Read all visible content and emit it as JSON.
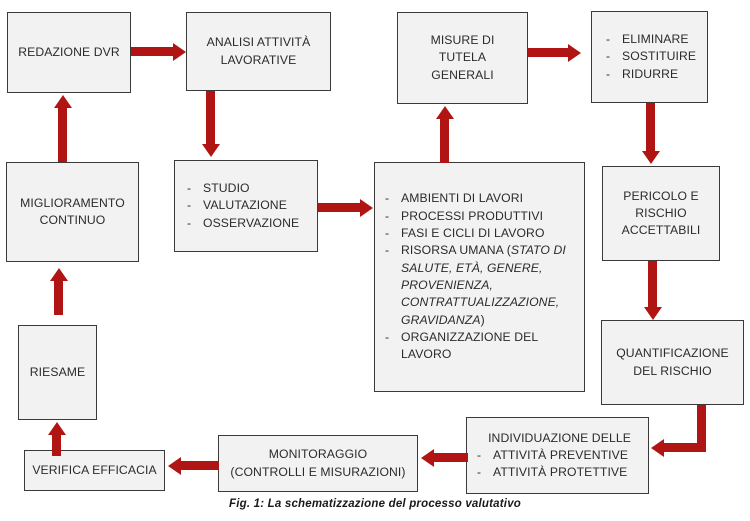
{
  "figure": {
    "caption": "Fig. 1: La schematizzazione del processo valutativo",
    "accent_color": "#b01513",
    "node_fill": "#f2f2f2",
    "node_border": "#3a3a3a",
    "text_color": "#2b2b2b"
  },
  "nodes": {
    "redazione_dvr": {
      "line1": "REDAZIONE DVR"
    },
    "analisi_attivita": {
      "line1": "ANALISI ATTIVITÀ",
      "line2": "LAVORATIVE"
    },
    "misure_tutela": {
      "line1": "MISURE DI",
      "line2": "TUTELA",
      "line3": "GENERALI"
    },
    "eliminare": {
      "item1": "ELIMINARE",
      "item2": "SOSTITUIRE",
      "item3": "RIDURRE",
      "bullet": "-"
    },
    "miglioramento": {
      "line1": "MIGLIORAMENTO",
      "line2": "CONTINUO"
    },
    "studio": {
      "item1": "STUDIO",
      "item2": "VALUTAZIONE",
      "item3": "OSSERVAZIONE",
      "bullet": "-"
    },
    "ambienti": {
      "bullet": "-",
      "item1": "AMBIENTI DI LAVORI",
      "item2": "PROCESSI PRODUTTIVI",
      "item3": "FASI E CICLI DI LAVORO",
      "item4_pre": "RISORSA UMANA (",
      "item4_italic": "STATO DI SALUTE, ETÀ, GENERE, PROVENIENZA, CONTRATTUALIZZAZIONE, GRAVIDANZA",
      "item4_post": ")",
      "item5": "ORGANIZZAZIONE DEL LAVORO"
    },
    "pericolo": {
      "line1": "PERICOLO E",
      "line2": "RISCHIO",
      "line3": "ACCETTABILI"
    },
    "quantificazione": {
      "line1": "QUANTIFICAZIONE",
      "line2": "DEL RISCHIO"
    },
    "individuazione": {
      "heading": "INDIVIDUAZIONE DELLE",
      "bullet": "-",
      "item1": "ATTIVITÀ PREVENTIVE",
      "item2": "ATTIVITÀ PROTETTIVE"
    },
    "monitoraggio": {
      "line1": "MONITORAGGIO",
      "line2": "(CONTROLLI E MISURAZIONI)"
    },
    "verifica": {
      "line1": "VERIFICA EFFICACIA"
    },
    "riesame": {
      "line1": "RIESAME"
    }
  },
  "flow": {
    "edges": [
      {
        "from": "redazione_dvr",
        "to": "analisi_attivita",
        "direction": "right"
      },
      {
        "from": "analisi_attivita",
        "to": "studio",
        "direction": "down"
      },
      {
        "from": "studio",
        "to": "ambienti",
        "direction": "right"
      },
      {
        "from": "ambienti",
        "to": "misure_tutela",
        "direction": "up"
      },
      {
        "from": "misure_tutela",
        "to": "eliminare",
        "direction": "right"
      },
      {
        "from": "eliminare",
        "to": "pericolo",
        "direction": "down"
      },
      {
        "from": "pericolo",
        "to": "quantificazione",
        "direction": "down"
      },
      {
        "from": "quantificazione",
        "to": "individuazione",
        "direction": "left"
      },
      {
        "from": "individuazione",
        "to": "monitoraggio",
        "direction": "left"
      },
      {
        "from": "monitoraggio",
        "to": "verifica",
        "direction": "left"
      },
      {
        "from": "verifica",
        "to": "riesame",
        "direction": "up"
      },
      {
        "from": "riesame",
        "to": "miglioramento",
        "direction": "up"
      },
      {
        "from": "miglioramento",
        "to": "redazione_dvr",
        "direction": "up"
      }
    ]
  }
}
